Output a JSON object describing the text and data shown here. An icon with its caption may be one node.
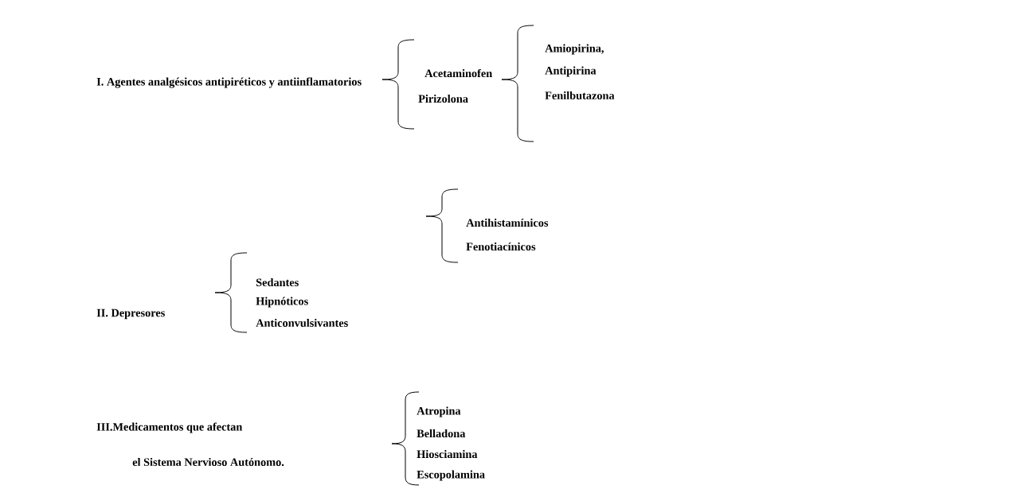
{
  "diagram": {
    "labels": [
      "I.  Agentes analgésicos antipiréticos y antiinflamatorios",
      "Acetaminofen",
      "Pirizolona",
      "Amiopirina,",
      "Antipirina",
      "Fenilbutazona",
      "Antihistamínicos",
      "Fenotiacínicos",
      "Sedantes",
      "Hipnóticos",
      "Anticonvulsivantes",
      "II.  Depresores",
      "III.Medicamentos que afectan",
      "el Sistema Nervioso Autónomo.",
      "Atropina",
      "Belladona",
      "Hiosciamina",
      "Escopolamina"
    ]
  }
}
